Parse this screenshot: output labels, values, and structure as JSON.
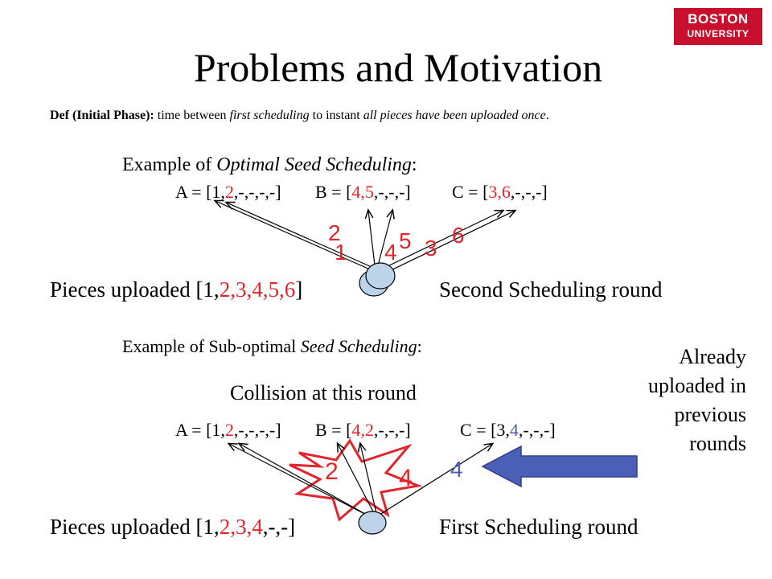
{
  "logo": {
    "line1": "BOSTON",
    "line2": "UNIVERSITY"
  },
  "title": "Problems and Motivation",
  "definition": {
    "label": "Def (Initial Phase):",
    "text_1": " time between ",
    "em_1": "first scheduling",
    "text_2": " to instant ",
    "em_2": "all pieces have been uploaded once",
    "end": "."
  },
  "optimal": {
    "heading_prefix": "Example of ",
    "heading_em": "Optimal Seed Scheduling",
    "heading_suffix": ":",
    "vectors": {
      "a_prefix": "A = [1,",
      "a_red": "2",
      "a_rest": ",-,-,-,-]",
      "b_prefix": "B = [",
      "b_red": "4,5",
      "b_rest": ",-,-,-]",
      "c_prefix": "C = [",
      "c_red": "3,6",
      "c_rest": ",-,-,-]"
    },
    "numbers": {
      "n1": "1",
      "n2": "2",
      "n3": "3",
      "n4": "4",
      "n5": "5",
      "n6": "6"
    },
    "pieces_uploaded": "Pieces uploaded  [1,",
    "pieces_red": "2,3,4,5,6",
    "pieces_end": "]",
    "round_label": "Second Scheduling round"
  },
  "suboptimal": {
    "heading_prefix": "Example of Sub-optimal ",
    "heading_em": "Seed Scheduling",
    "heading_suffix": ":",
    "collision_label": "Collision at this round",
    "vectors": {
      "a_prefix": "A = [1,",
      "a_red": "2",
      "a_rest": ",-,-,-,-]",
      "b_prefix": "B = [",
      "b_red": "4,2",
      "b_rest": ",-,-,-]",
      "c_prefix": "C = [3,",
      "c_blue": "4",
      "c_rest": ",-,-,-]"
    },
    "numbers": {
      "n2": "2",
      "n4": "4",
      "n_blue": "4"
    },
    "pieces_uploaded": "Pieces uploaded  [1,",
    "pieces_red": "2,3,4",
    "pieces_end": ",-,-]",
    "round_label": "First Scheduling round"
  },
  "note": {
    "line1": "Already",
    "line2": "uploaded in",
    "line3": "previous",
    "line4": "rounds"
  },
  "colors": {
    "red": "#e0262c",
    "blue": "#4a5fb6",
    "arrow_fill": "#4a5fb6",
    "node_fill": "#bcd3ea"
  }
}
